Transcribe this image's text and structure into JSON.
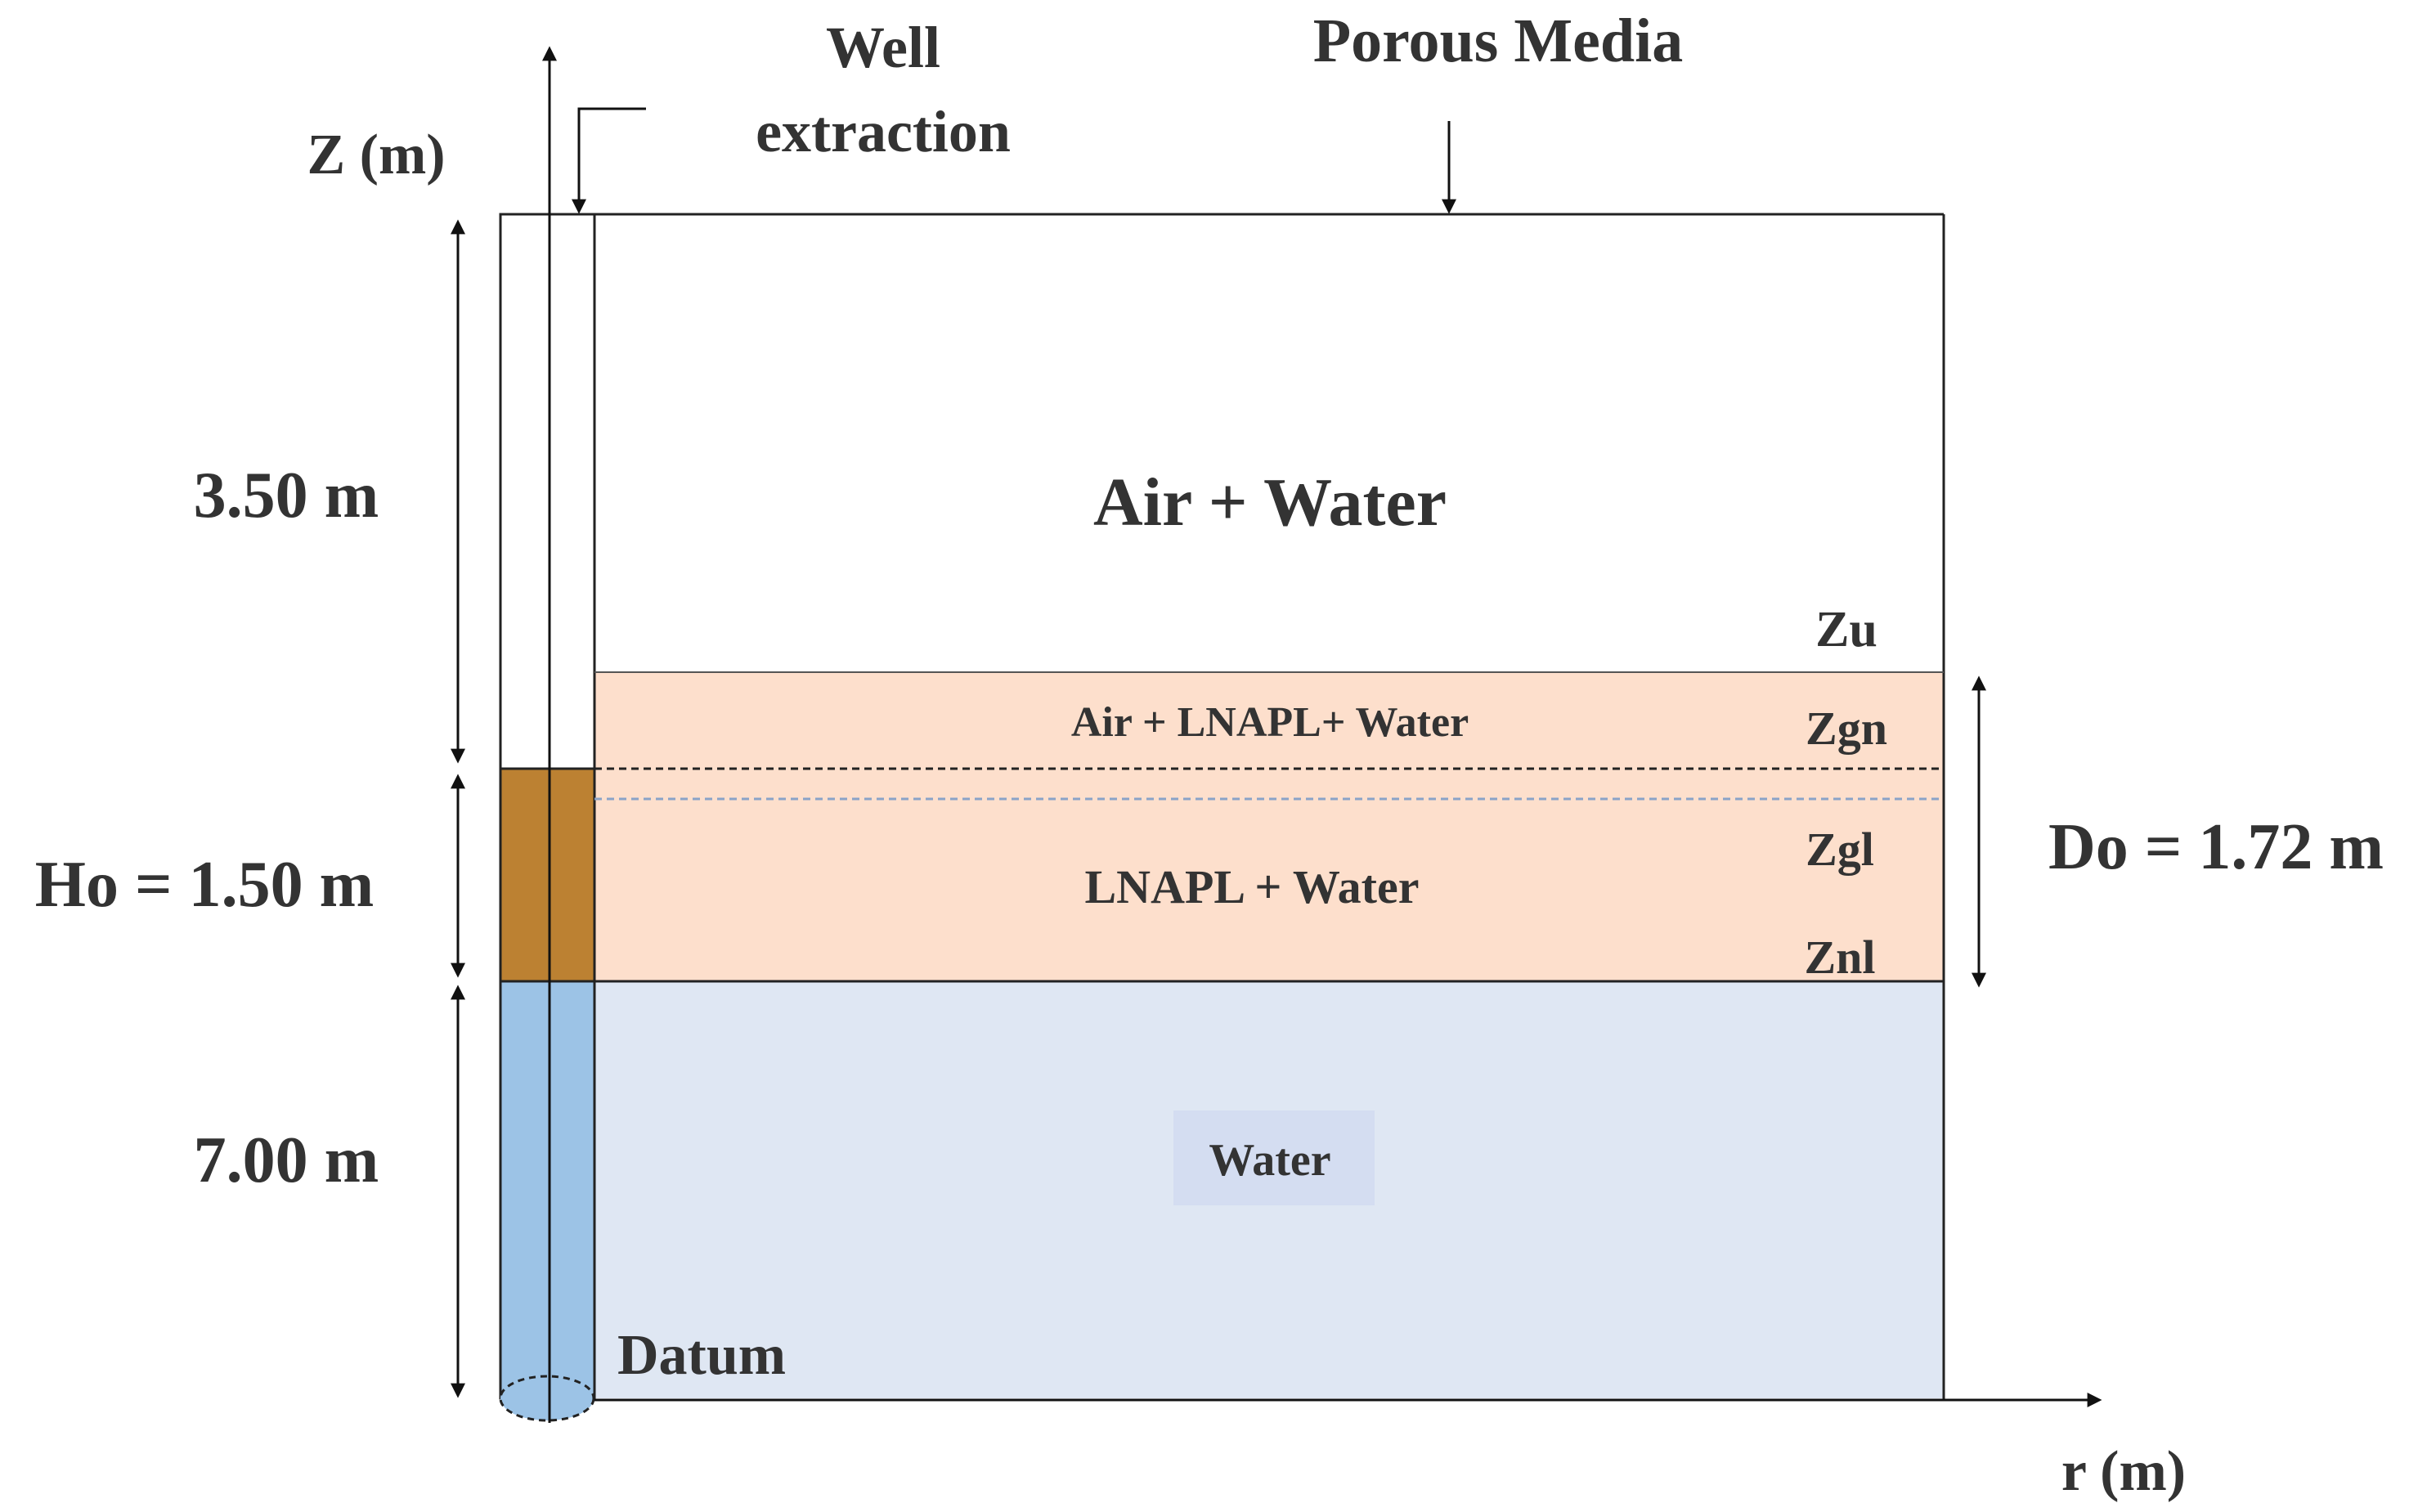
{
  "axes": {
    "z_label": "Z (m)",
    "r_label": "r (m)"
  },
  "labels": {
    "well_extraction_line1": "Well",
    "well_extraction_line2": "extraction",
    "porous_media": "Porous Media",
    "datum": "Datum"
  },
  "zones": {
    "air_water": "Air + Water",
    "air_lnapl_water": "Air + LNAPL+ Water",
    "lnapl_water": "LNAPL + Water",
    "water": "Water"
  },
  "levels": {
    "zu": "Zu",
    "zgn": "Zgn",
    "zgl": "Zgl",
    "znl": "Znl"
  },
  "dimensions": {
    "top": "3.50 m",
    "ho": "Ho = 1.50 m",
    "bottom": "7.00 m",
    "do": "Do = 1.72 m"
  },
  "colors": {
    "lnapl_zone": "#fddfcc",
    "water_zone": "#dfe7f3",
    "well_lnapl": "#bc8132",
    "well_water": "#9cc3e6",
    "outline": "#222222"
  }
}
